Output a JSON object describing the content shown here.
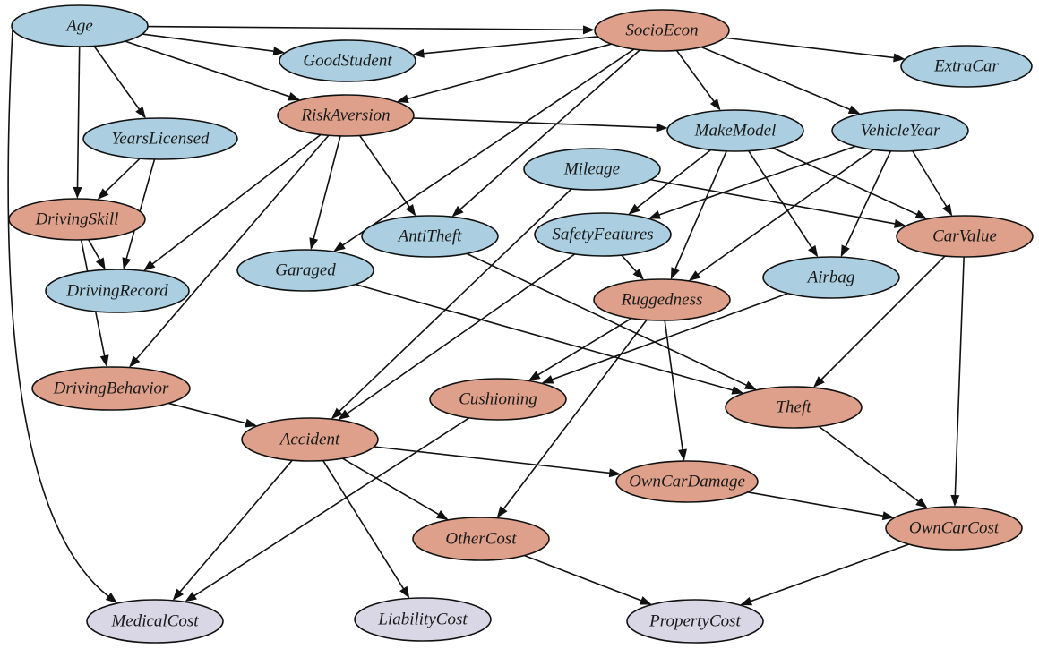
{
  "title": "Car insurance Bayesian network",
  "colors": {
    "observed": "#abcfe0",
    "hidden": "#dea08a",
    "cost": "#d9d7e6",
    "edge": "#111111"
  },
  "nodes": [
    {
      "id": "Age",
      "label": "Age",
      "type": "observed"
    },
    {
      "id": "SocioEcon",
      "label": "SocioEcon",
      "type": "hidden"
    },
    {
      "id": "GoodStudent",
      "label": "GoodStudent",
      "type": "observed"
    },
    {
      "id": "ExtraCar",
      "label": "ExtraCar",
      "type": "observed"
    },
    {
      "id": "RiskAversion",
      "label": "RiskAversion",
      "type": "hidden"
    },
    {
      "id": "YearsLicensed",
      "label": "YearsLicensed",
      "type": "observed"
    },
    {
      "id": "MakeModel",
      "label": "MakeModel",
      "type": "observed"
    },
    {
      "id": "VehicleYear",
      "label": "VehicleYear",
      "type": "observed"
    },
    {
      "id": "Mileage",
      "label": "Mileage",
      "type": "observed"
    },
    {
      "id": "DrivingSkill",
      "label": "DrivingSkill",
      "type": "hidden"
    },
    {
      "id": "AntiTheft",
      "label": "AntiTheft",
      "type": "observed"
    },
    {
      "id": "SafetyFeatures",
      "label": "SafetyFeatures",
      "type": "observed"
    },
    {
      "id": "CarValue",
      "label": "CarValue",
      "type": "hidden"
    },
    {
      "id": "Garaged",
      "label": "Garaged",
      "type": "observed"
    },
    {
      "id": "DrivingRecord",
      "label": "DrivingRecord",
      "type": "observed"
    },
    {
      "id": "Airbag",
      "label": "Airbag",
      "type": "observed"
    },
    {
      "id": "Ruggedness",
      "label": "Ruggedness",
      "type": "hidden"
    },
    {
      "id": "DrivingBehavior",
      "label": "DrivingBehavior",
      "type": "hidden"
    },
    {
      "id": "Cushioning",
      "label": "Cushioning",
      "type": "hidden"
    },
    {
      "id": "Theft",
      "label": "Theft",
      "type": "hidden"
    },
    {
      "id": "Accident",
      "label": "Accident",
      "type": "hidden"
    },
    {
      "id": "OwnCarDamage",
      "label": "OwnCarDamage",
      "type": "hidden"
    },
    {
      "id": "OwnCarCost",
      "label": "OwnCarCost",
      "type": "hidden"
    },
    {
      "id": "OtherCost",
      "label": "OtherCost",
      "type": "hidden"
    },
    {
      "id": "MedicalCost",
      "label": "MedicalCost",
      "type": "cost"
    },
    {
      "id": "LiabilityCost",
      "label": "LiabilityCost",
      "type": "cost"
    },
    {
      "id": "PropertyCost",
      "label": "PropertyCost",
      "type": "cost"
    }
  ],
  "edges": [
    [
      "Age",
      "SocioEcon"
    ],
    [
      "Age",
      "GoodStudent"
    ],
    [
      "Age",
      "RiskAversion"
    ],
    [
      "Age",
      "YearsLicensed"
    ],
    [
      "Age",
      "DrivingSkill"
    ],
    [
      "Age",
      "MedicalCost"
    ],
    [
      "SocioEcon",
      "GoodStudent"
    ],
    [
      "SocioEcon",
      "ExtraCar"
    ],
    [
      "SocioEcon",
      "RiskAversion"
    ],
    [
      "SocioEcon",
      "MakeModel"
    ],
    [
      "SocioEcon",
      "VehicleYear"
    ],
    [
      "SocioEcon",
      "AntiTheft"
    ],
    [
      "SocioEcon",
      "Garaged"
    ],
    [
      "RiskAversion",
      "MakeModel"
    ],
    [
      "RiskAversion",
      "AntiTheft"
    ],
    [
      "RiskAversion",
      "Garaged"
    ],
    [
      "RiskAversion",
      "DrivingRecord"
    ],
    [
      "RiskAversion",
      "DrivingBehavior"
    ],
    [
      "YearsLicensed",
      "DrivingSkill"
    ],
    [
      "YearsLicensed",
      "DrivingRecord"
    ],
    [
      "DrivingSkill",
      "DrivingRecord"
    ],
    [
      "DrivingSkill",
      "DrivingBehavior"
    ],
    [
      "MakeModel",
      "SafetyFeatures"
    ],
    [
      "MakeModel",
      "Ruggedness"
    ],
    [
      "MakeModel",
      "Airbag"
    ],
    [
      "MakeModel",
      "CarValue"
    ],
    [
      "VehicleYear",
      "SafetyFeatures"
    ],
    [
      "VehicleYear",
      "Ruggedness"
    ],
    [
      "VehicleYear",
      "Airbag"
    ],
    [
      "VehicleYear",
      "CarValue"
    ],
    [
      "Mileage",
      "CarValue"
    ],
    [
      "Mileage",
      "Accident"
    ],
    [
      "SafetyFeatures",
      "Ruggedness"
    ],
    [
      "SafetyFeatures",
      "Accident"
    ],
    [
      "AntiTheft",
      "Theft"
    ],
    [
      "Garaged",
      "Theft"
    ],
    [
      "Airbag",
      "Cushioning"
    ],
    [
      "Ruggedness",
      "Cushioning"
    ],
    [
      "Ruggedness",
      "OwnCarDamage"
    ],
    [
      "Ruggedness",
      "OtherCost"
    ],
    [
      "CarValue",
      "Theft"
    ],
    [
      "CarValue",
      "OwnCarCost"
    ],
    [
      "DrivingBehavior",
      "Accident"
    ],
    [
      "Cushioning",
      "MedicalCost"
    ],
    [
      "Accident",
      "OwnCarDamage"
    ],
    [
      "Accident",
      "OtherCost"
    ],
    [
      "Accident",
      "MedicalCost"
    ],
    [
      "Accident",
      "LiabilityCost"
    ],
    [
      "Theft",
      "OwnCarCost"
    ],
    [
      "OwnCarDamage",
      "OwnCarCost"
    ],
    [
      "OtherCost",
      "PropertyCost"
    ],
    [
      "OwnCarCost",
      "PropertyCost"
    ]
  ]
}
